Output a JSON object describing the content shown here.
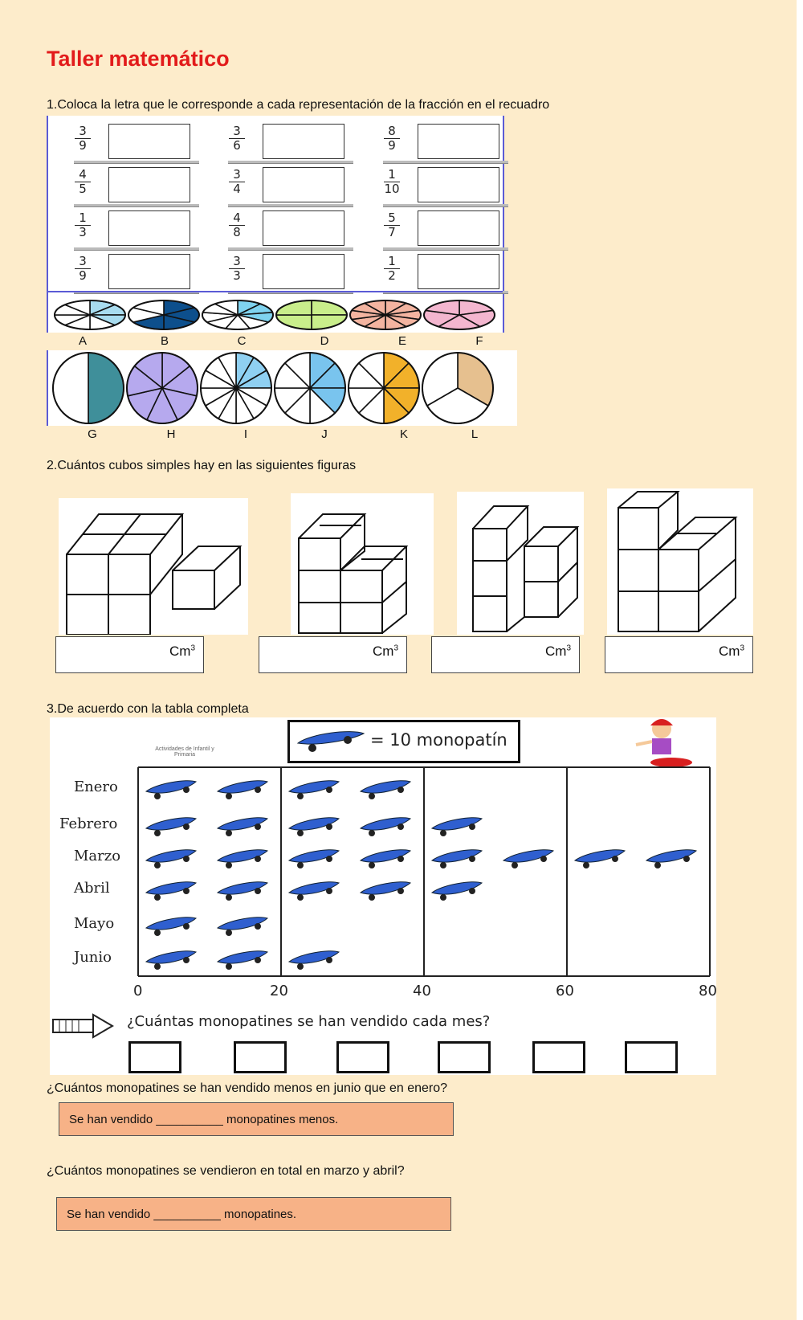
{
  "title": "Taller matemático",
  "q1": {
    "instruction": "1.Coloca la letra que le corresponde a cada representación de la fracción en el recuadro",
    "fractions": [
      [
        {
          "n": "3",
          "d": "9"
        },
        {
          "n": "3",
          "d": "6"
        },
        {
          "n": "8",
          "d": "9"
        }
      ],
      [
        {
          "n": "4",
          "d": "5"
        },
        {
          "n": "3",
          "d": "4"
        },
        {
          "n": "1",
          "d": "10"
        }
      ],
      [
        {
          "n": "1",
          "d": "3"
        },
        {
          "n": "4",
          "d": "8"
        },
        {
          "n": "5",
          "d": "7"
        }
      ],
      [
        {
          "n": "3",
          "d": "9"
        },
        {
          "n": "3",
          "d": "3"
        },
        {
          "n": "1",
          "d": "2"
        }
      ]
    ],
    "circle_letters_row1": [
      "A",
      "B",
      "C",
      "D",
      "E",
      "F"
    ],
    "circle_letters_row2": [
      "G",
      "H",
      "I",
      "J",
      "K",
      "L"
    ],
    "circles": [
      {
        "slices": 8,
        "filled": 3,
        "color": "#a8dcef"
      },
      {
        "slices": 6,
        "filled": 4,
        "color": "#0d4f8c"
      },
      {
        "slices": 9,
        "filled": 3,
        "color": "#7fd3ef"
      },
      {
        "slices": 4,
        "filled": 4,
        "color": "#c9ee8b"
      },
      {
        "slices": 10,
        "filled": 10,
        "color": "#f3b4a0"
      },
      {
        "slices": 5,
        "filled": 5,
        "color": "#f3b6cf"
      },
      {
        "slices": 2,
        "filled": 1,
        "color": "#3f8f9a"
      },
      {
        "slices": 7,
        "filled": 7,
        "color": "#b6a9ee"
      },
      {
        "slices": 12,
        "filled": 3,
        "color": "#8fd0f2"
      },
      {
        "slices": 8,
        "filled": 3,
        "color": "#79c4ee"
      },
      {
        "slices": 8,
        "filled": 4,
        "color": "#f2b12a"
      },
      {
        "slices": 3,
        "filled": 1,
        "color": "#e6c08f"
      }
    ]
  },
  "q2": {
    "instruction": "2.Cuántos cubos simples hay en las siguientes figuras",
    "unit": "Cm",
    "unit_exp": "3"
  },
  "q3": {
    "instruction": "3.De acuerdo con la tabla completa",
    "legend": "= 10 monopatín",
    "logo_text": "Actividades de Infantil y Primaria",
    "months": [
      "Enero",
      "Febrero",
      "Marzo",
      "Abril",
      "Mayo",
      "Junio"
    ],
    "counts": [
      4,
      5,
      8,
      5,
      2,
      3
    ],
    "x_ticks": [
      "0",
      "20",
      "40",
      "60",
      "80"
    ],
    "question": "¿Cuántas monopatines se han vendido cada mes?",
    "sub_q1": "¿Cuántos monopatines se han vendido menos en junio que en enero?",
    "answer1": "Se han vendido __________ monopatines menos.",
    "sub_q2": "¿Cuántos monopatines se vendieron en total en marzo y abril?",
    "answer2": "Se han vendido __________ monopatines."
  },
  "colors": {
    "page_bg": "#fdeccb",
    "title": "#e21b1b",
    "answer_box": "#f7b287",
    "skate": "#2f5fcf"
  }
}
